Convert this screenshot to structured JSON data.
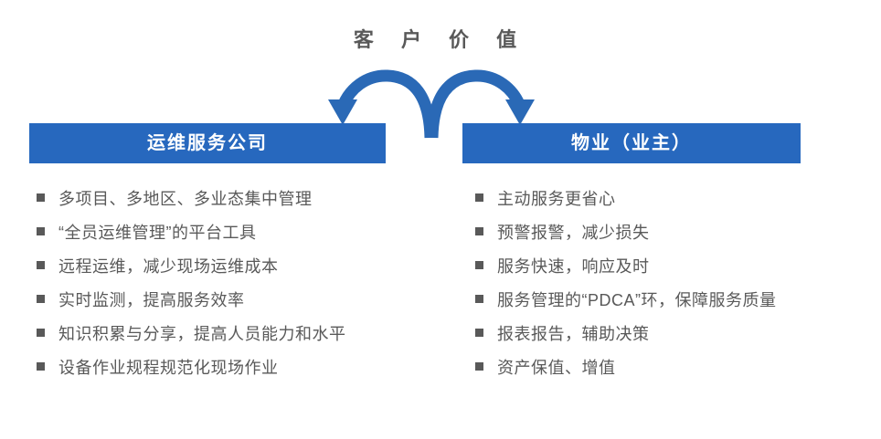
{
  "title": "客 户 价 值",
  "colors": {
    "header_bar_blue": "#2768BE",
    "arrow_blue": "#2A69B6",
    "text_gray": "#595959",
    "header_text_white": "#FFFFFF",
    "bullet_square_gray": "#595959"
  },
  "left_panel": {
    "header": "运维服务公司",
    "items": [
      "多项目、多地区、多业态集中管理",
      "“全员运维管理”的平台工具",
      "远程运维，减少现场运维成本",
      "实时监测，提高服务效率",
      "知识积累与分享，提高人员能力和水平",
      "设备作业规程规范化现场作业"
    ]
  },
  "right_panel": {
    "header": "物业（业主）",
    "items": [
      "主动服务更省心",
      "预警报警，减少损失",
      "服务快速，响应及时",
      "服务管理的“PDCA”环，保障服务质量",
      "报表报告，辅助决策",
      "资产保值、增值"
    ]
  }
}
